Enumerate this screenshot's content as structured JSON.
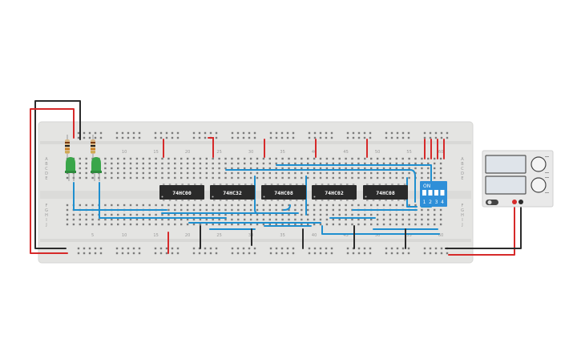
{
  "canvas": {
    "background": "#ffffff"
  },
  "breadboard": {
    "color": "#e4e4e2",
    "column_numbers": [
      "5",
      "10",
      "15",
      "20",
      "25",
      "30",
      "35",
      "40",
      "45",
      "50",
      "55",
      "60"
    ],
    "row_letters_top": [
      "A",
      "B",
      "C",
      "D",
      "E"
    ],
    "row_letters_bottom": [
      "F",
      "G",
      "H",
      "I",
      "J"
    ]
  },
  "chips": [
    {
      "label": "74HC00"
    },
    {
      "label": "74HC32"
    },
    {
      "label": "74HC08"
    },
    {
      "label": "74HC02"
    },
    {
      "label": "74HC08"
    }
  ],
  "dip_switch": {
    "label": "ON",
    "positions": [
      "1",
      "2",
      "3",
      "4"
    ],
    "color": "#2f8fd8"
  },
  "leds": [
    {
      "color": "#3aa64a"
    },
    {
      "color": "#3aa64a"
    }
  ],
  "power_supply": {
    "color": "#e9e9e9",
    "display_color": "#dfe4ea"
  },
  "wire_colors": {
    "red": "#d62a2a",
    "black": "#2b2b2b",
    "blue": "#1f8fcf"
  }
}
